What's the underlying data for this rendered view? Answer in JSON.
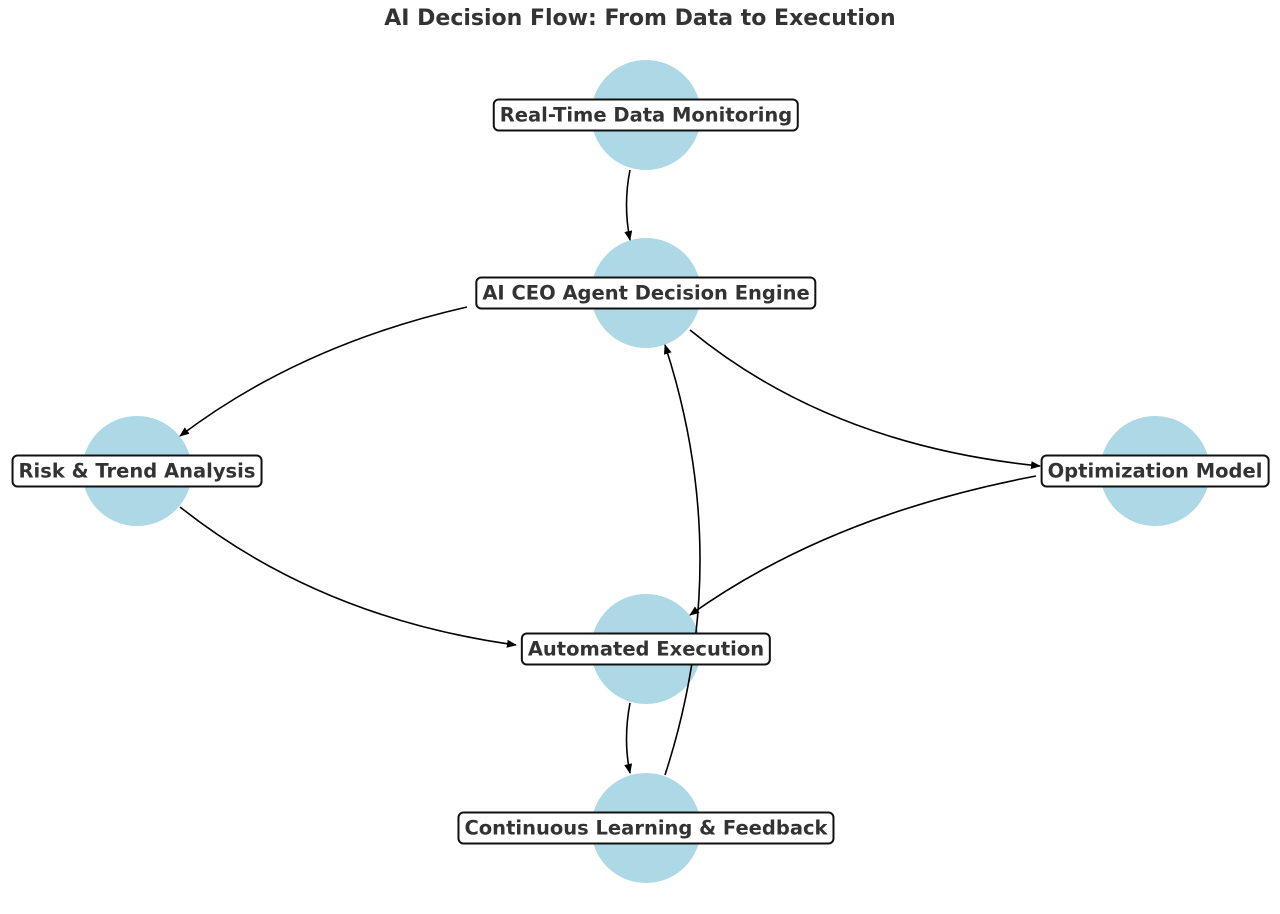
{
  "title": "AI Decision Flow: From Data to Execution",
  "node_color": "#add8e6",
  "nodes": [
    {
      "id": "rt",
      "label": "Real-Time Data Monitoring"
    },
    {
      "id": "ceo",
      "label": "AI CEO Agent Decision Engine"
    },
    {
      "id": "risk",
      "label": "Risk & Trend Analysis"
    },
    {
      "id": "opt",
      "label": "Optimization Model"
    },
    {
      "id": "auto",
      "label": "Automated Execution"
    },
    {
      "id": "cont",
      "label": "Continuous Learning & Feedback"
    }
  ],
  "edges": [
    {
      "from": "rt",
      "to": "ceo"
    },
    {
      "from": "ceo",
      "to": "risk"
    },
    {
      "from": "ceo",
      "to": "opt"
    },
    {
      "from": "risk",
      "to": "auto"
    },
    {
      "from": "opt",
      "to": "auto"
    },
    {
      "from": "auto",
      "to": "cont"
    },
    {
      "from": "cont",
      "to": "ceo"
    }
  ]
}
